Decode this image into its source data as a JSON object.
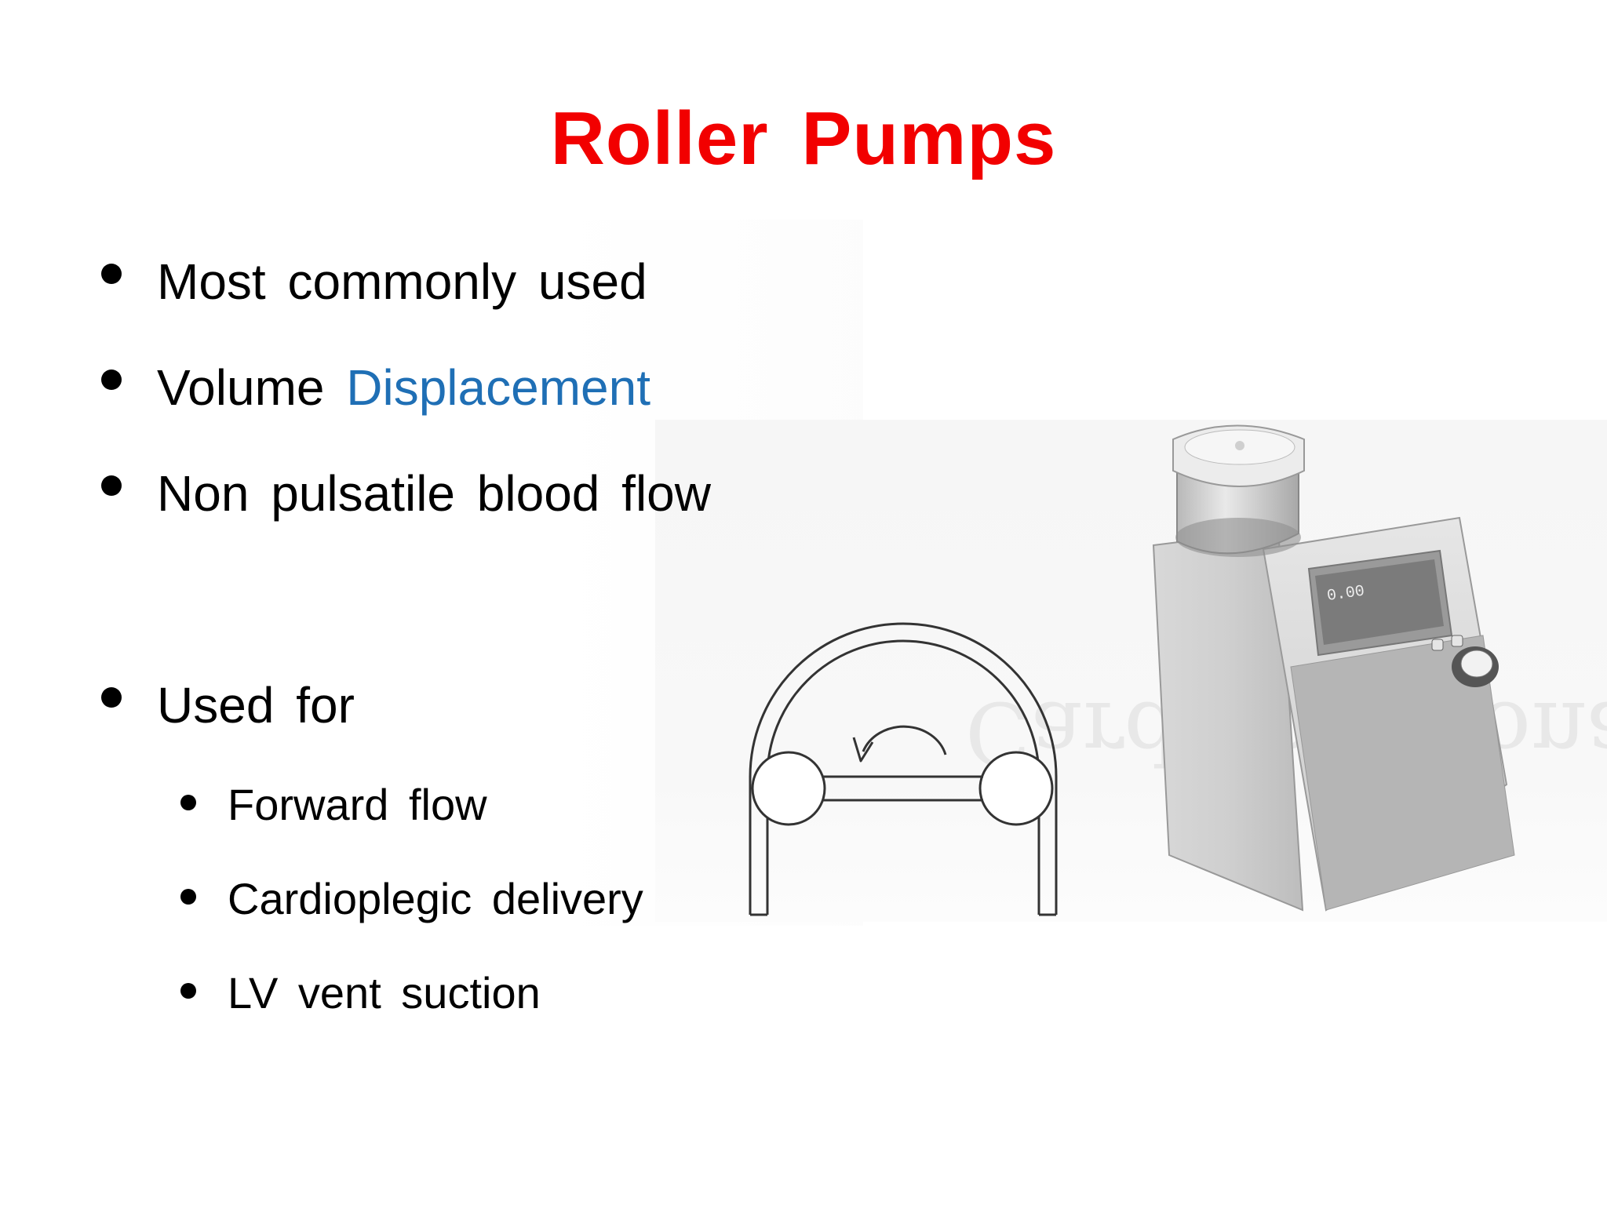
{
  "slide": {
    "title": "Roller Pumps",
    "bullets": [
      {
        "text": "Most commonly used"
      },
      {
        "text_plain": "Volume ",
        "text_accent": "Displacement"
      },
      {
        "text": "Non pulsatile blood flow"
      },
      {
        "text": "Used for"
      }
    ],
    "sub_bullets": [
      {
        "text": "Forward flow"
      },
      {
        "text": "Cardioplegic delivery"
      },
      {
        "text": "LV vent suction"
      }
    ],
    "pump_display_value": "0.00",
    "watermark_text": "Cardiopulmonary",
    "colors": {
      "title": "#f20000",
      "accent": "#1f6fb5",
      "text": "#000000"
    }
  }
}
